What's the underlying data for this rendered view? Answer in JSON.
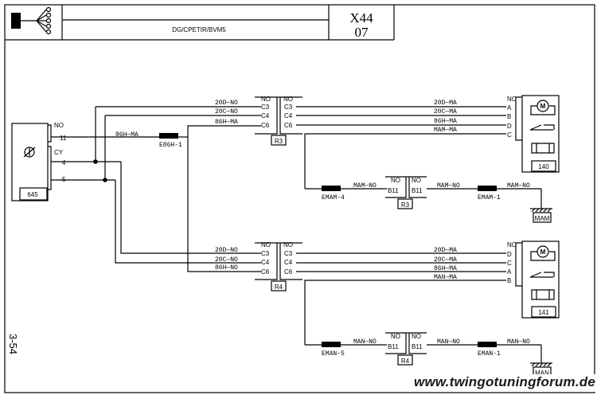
{
  "header": {
    "code": "DG/CPETIR/BVM5",
    "sheet": "X44",
    "page": "07"
  },
  "page_number": "3-54",
  "watermark": "www.twingotuningforum.de",
  "components": {
    "relay_box": {
      "number": "645",
      "pins": [
        "NO",
        "11",
        "CY",
        "4",
        "5"
      ]
    },
    "motor_top": {
      "number": "140",
      "pins": [
        "NO",
        "A",
        "B",
        "D",
        "C"
      ]
    },
    "motor_bottom": {
      "number": "141",
      "pins": [
        "NO",
        "D",
        "C",
        "A",
        "B"
      ]
    }
  },
  "connectors": {
    "r3": "R3",
    "r4": "R4",
    "top_pins_left": [
      "NO",
      "C3",
      "C4",
      "C6"
    ],
    "top_pins_right": [
      "NO",
      "C3",
      "C4",
      "C6"
    ],
    "bottom_pins_left": [
      "NO",
      "C3",
      "C4",
      "C6"
    ],
    "bottom_pins_right": [
      "NO",
      "C3",
      "C4",
      "C6"
    ],
    "r3_ground_pins": [
      "NO",
      "B11",
      "NO",
      "B11"
    ],
    "r4_ground_pins": [
      "NO",
      "B11",
      "NO",
      "B11"
    ]
  },
  "splices": {
    "e86h1": "E86H-1",
    "emam4": "EMAM-4",
    "emam1": "EMAM-1",
    "eman5": "EMAN-5",
    "eman1": "EMAN-1"
  },
  "grounds": {
    "mam": "MAM",
    "man": "MAN"
  },
  "wires": {
    "w86h_ma": "86H—MA",
    "top_left": [
      "20D—NO",
      "20C—NO",
      "86H—MA"
    ],
    "top_right": [
      "20D—MA",
      "20C—MA",
      "86H—MA",
      "MAM—MA"
    ],
    "bottom_left": [
      "20D—NO",
      "20C—NO",
      "86H—NO"
    ],
    "bottom_right": [
      "20D—MA",
      "20C—MA",
      "86H—MA",
      "MAN—MA"
    ],
    "mam_chain": [
      "MAM—NO",
      "MAM—NO",
      "MAM—NO"
    ],
    "man_chain": [
      "MAN—NO",
      "MAN—NO",
      "MAN—NO"
    ]
  }
}
